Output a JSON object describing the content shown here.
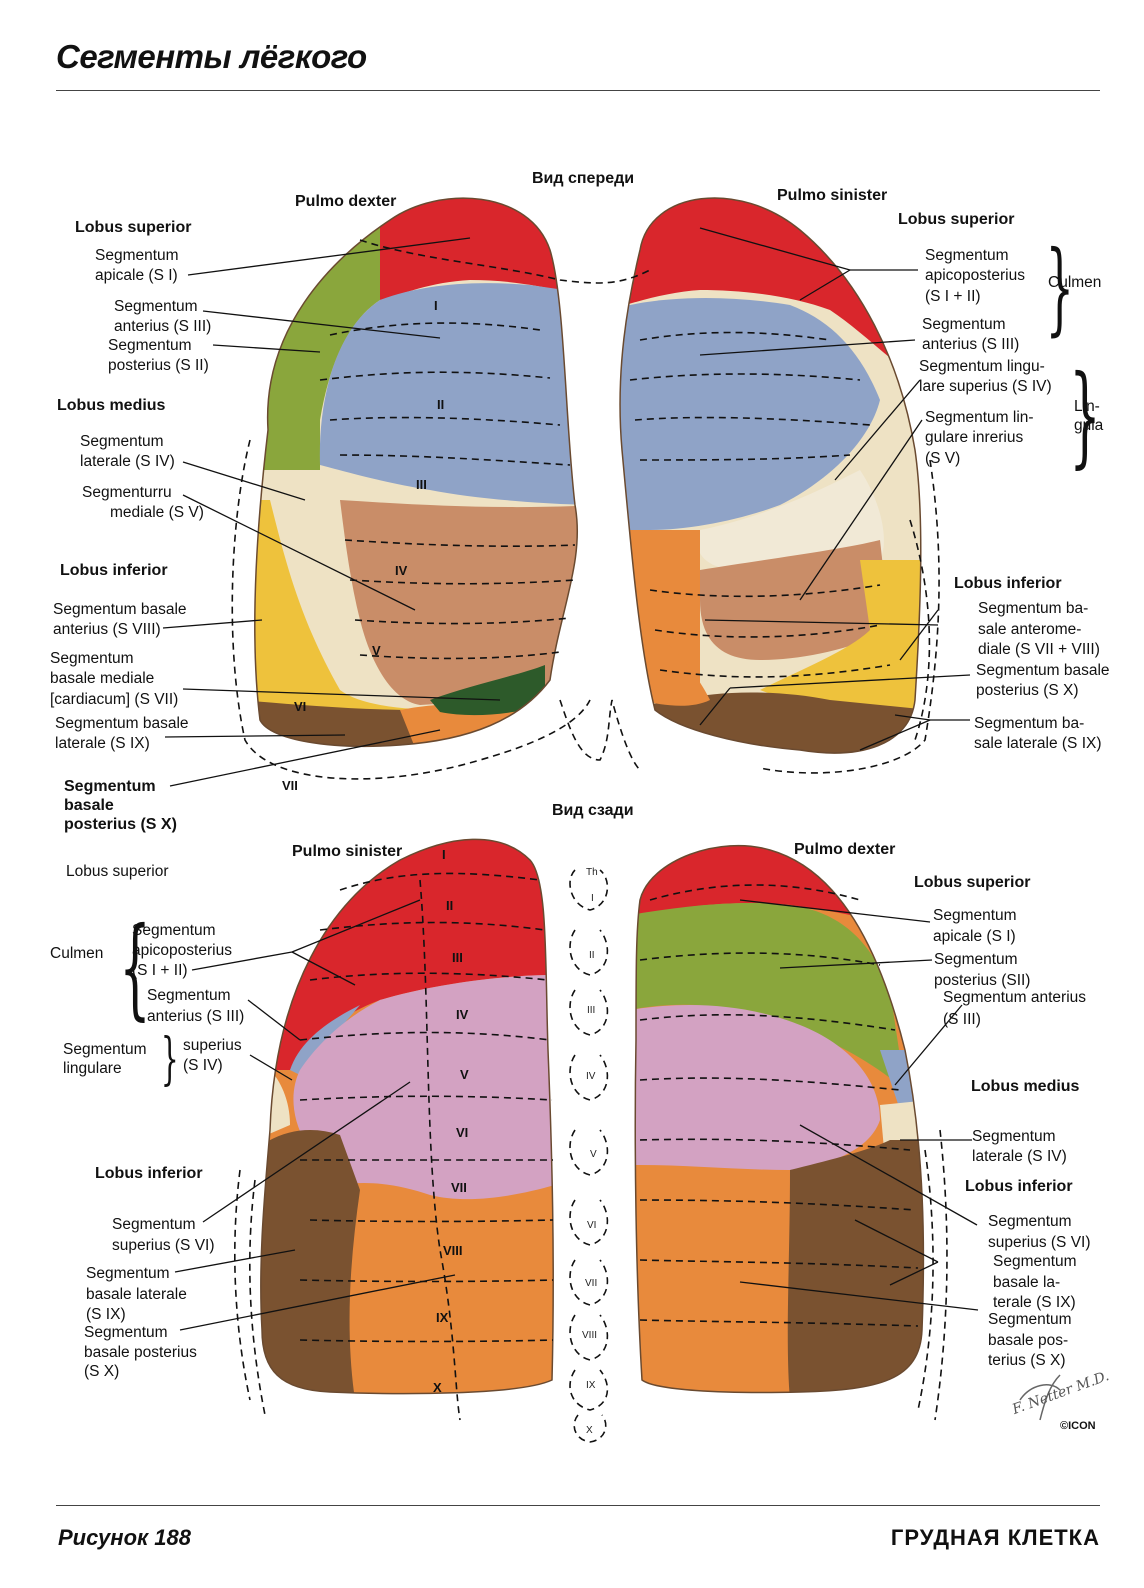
{
  "page": {
    "title": "Сегменты лёгкого",
    "footer_left": "Рисунок 188",
    "footer_right": "ГРУДНАЯ КЛЕТКА"
  },
  "anterior": {
    "view_title": "Вид спереди",
    "pulmo_dexter": "Pulmo dexter",
    "pulmo_sinister": "Pulmo sinister",
    "left_labels": {
      "lobus_superior": "Lobus superior",
      "apicale_1": "Segmentum",
      "apicale_2": "apicale (S I)",
      "anterius_1": "Segmentum",
      "anterius_2": "anterius (S III)",
      "posterius_1": "Segmentum",
      "posterius_2": "posterius (S II)",
      "lobus_medius": "Lobus medius",
      "laterale_1": "Segmentum",
      "laterale_2": "laterale (S IV)",
      "mediale_1": "Segmenturru",
      "mediale_2": "mediale (S V)",
      "lobus_inferior": "Lobus inferior",
      "basale_anterius_1": "Segmentum basale",
      "basale_anterius_2": "anterius (S VIII)",
      "basale_mediale_1": "Segmentum",
      "basale_mediale_2": "basale mediale",
      "basale_mediale_3": "[cardiacum] (S VII)",
      "basale_laterale_1": "Segmentum basale",
      "basale_laterale_2": "laterale (S IX)",
      "basale_posterius_1": "Segmentum",
      "basale_posterius_2": "basale",
      "basale_posterius_3": "posterius (S X)"
    },
    "right_labels": {
      "lobus_superior": "Lobus superior",
      "apicoposterius_1": "Segmentum",
      "apicoposterius_2": "apicoposterius",
      "apicoposterius_3": "(S I + II)",
      "culmen": "Culmen",
      "anterius_1": "Segmentum",
      "anterius_2": "anterius (S III)",
      "lingulare_sup_1": "Segmentum lingu-",
      "lingulare_sup_2": "lare superius (S IV)",
      "lingula_1": "Lin-",
      "lingula_2": "gula",
      "lingulare_inf_1": "Segmentum lin-",
      "lingulare_inf_2": "gulare inrerius",
      "lingulare_inf_3": "(S V)",
      "lobus_inferior": "Lobus inferior",
      "anteromediale_1": "Segmentum ba-",
      "anteromediale_2": "sale anterome-",
      "anteromediale_3": "diale (S VII + VIII)",
      "basale_posterius_1": "Segmentum basale",
      "basale_posterius_2": "posterius (S X)",
      "basale_laterale_1": "Segmentum ba-",
      "basale_laterale_2": "sale laterale (S IX)"
    },
    "roman": [
      "I",
      "II",
      "III",
      "IV",
      "V",
      "VI",
      "VII"
    ]
  },
  "posterior": {
    "view_title": "Вид сзади",
    "pulmo_sinister": "Pulmo sinister",
    "pulmo_dexter": "Pulmo dexter",
    "left_labels": {
      "lobus_superior": "Lobus superior",
      "culmen": "Culmen",
      "apicoposterius_1": "Segmentum",
      "apicoposterius_2": "apicoposterius",
      "apicoposterius_3": "(S I + II)",
      "anterius_1": "Segmentum",
      "anterius_2": "anterius (S III)",
      "lingulare_1": "Segmentum",
      "lingulare_2": "lingulare",
      "superius_1": "superius",
      "superius_2": "(S IV)",
      "lobus_inferior": "Lobus inferior",
      "superius_seg_1": "Segmentum",
      "superius_seg_2": "superius (S VI)",
      "basale_laterale_1": "Segmentum",
      "basale_laterale_2": "basale laterale",
      "basale_laterale_3": "(S IX)",
      "basale_posterius_1": "Segmentum",
      "basale_posterius_2": "basale posterius",
      "basale_posterius_3": "(S X)"
    },
    "right_labels": {
      "lobus_superior": "Lobus superior",
      "apicale_1": "Segmentum",
      "apicale_2": "apicale (S I)",
      "posterius_1": "Segmentum",
      "posterius_2": "posterius (SII)",
      "anterius_1": "Segmentum anterius",
      "anterius_2": "(S III)",
      "lobus_medius": "Lobus medius",
      "laterale_1": "Segmentum",
      "laterale_2": "laterale (S IV)",
      "lobus_inferior": "Lobus inferior",
      "superius_1": "Segmentum",
      "superius_2": "superius (S VI)",
      "basale_laterale_1": "Segmentum",
      "basale_laterale_2": "basale la-",
      "basale_laterale_3": "terale (S IX)",
      "basale_posterius_1": "Segmentum",
      "basale_posterius_2": "basale pos-",
      "basale_posterius_3": "terius (S X)"
    },
    "roman": [
      "I",
      "II",
      "III",
      "IV",
      "V",
      "VI",
      "VII",
      "VIII",
      "IX",
      "X"
    ],
    "spine": [
      "Th",
      "I",
      "II",
      "III",
      "IV",
      "V",
      "VI",
      "VII",
      "VIII",
      "IX",
      "X"
    ]
  },
  "credits": {
    "signature": "F. Netter M.D.",
    "publisher": "©ICON"
  },
  "colors": {
    "apical_red": "#d9262c",
    "anterior_blue": "#8fa3c7",
    "posterior_green": "#8aa63c",
    "medius_cream": "#eee2c4",
    "mediale_tan": "#c98d68",
    "basal_yellow": "#eec23c",
    "basal_brown": "#7a5230",
    "basal_orange": "#e88a3c",
    "lilac": "#d3a2c2",
    "cardiac_green": "#2d5a2a"
  }
}
